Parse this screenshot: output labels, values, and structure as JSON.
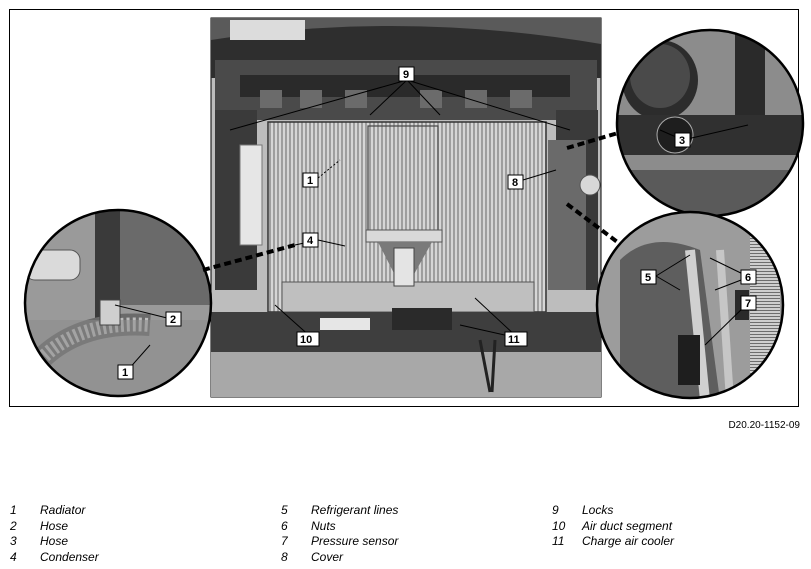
{
  "figure_code": "D20.20-1152-09",
  "callouts": [
    "1",
    "2",
    "3",
    "4",
    "5",
    "6",
    "7",
    "8",
    "9",
    "10",
    "11"
  ],
  "legend": [
    [
      {
        "num": "1",
        "label": "Radiator"
      },
      {
        "num": "2",
        "label": "Hose"
      },
      {
        "num": "3",
        "label": "Hose"
      },
      {
        "num": "4",
        "label": "Condenser"
      }
    ],
    [
      {
        "num": "5",
        "label": "Refrigerant lines"
      },
      {
        "num": "6",
        "label": "Nuts"
      },
      {
        "num": "7",
        "label": "Pressure sensor"
      },
      {
        "num": "8",
        "label": "Cover"
      }
    ],
    [
      {
        "num": "9",
        "label": "Locks"
      },
      {
        "num": "10",
        "label": "Air duct segment"
      },
      {
        "num": "11",
        "label": "Charge air cooler"
      }
    ]
  ],
  "colors": {
    "photo_bg": "#c9c9c9",
    "dark": "#3a3a3a",
    "mid": "#8a8a8a",
    "light": "#e8e8e8"
  }
}
